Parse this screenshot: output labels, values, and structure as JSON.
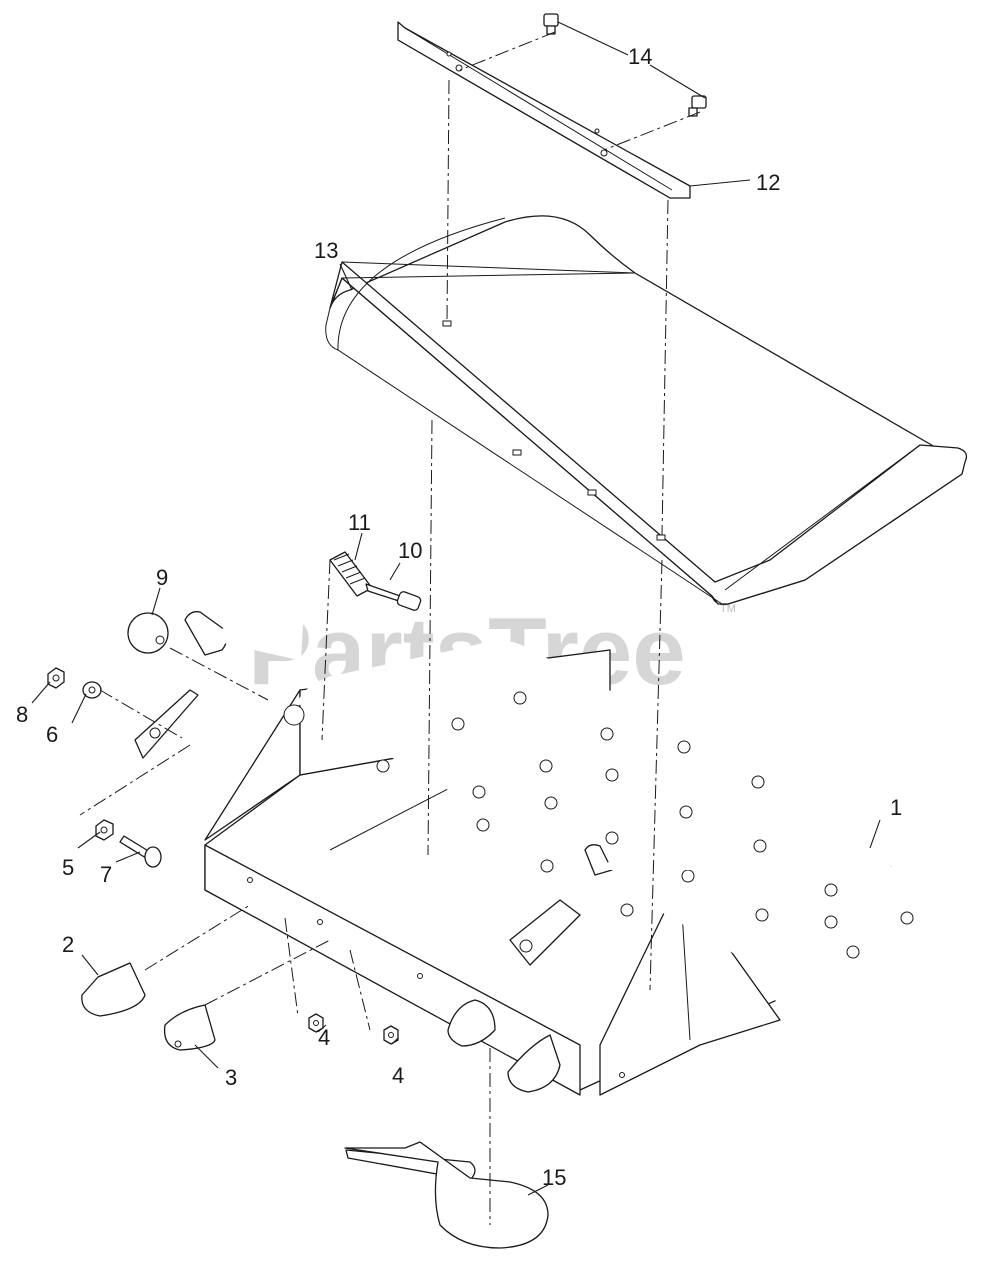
{
  "watermark": {
    "text": "PartsTree",
    "trademark": "TM"
  },
  "callouts": [
    {
      "id": "label-1",
      "text": "1"
    },
    {
      "id": "label-2",
      "text": "2"
    },
    {
      "id": "label-3",
      "text": "3"
    },
    {
      "id": "label-4a",
      "text": "4"
    },
    {
      "id": "label-4b",
      "text": "4"
    },
    {
      "id": "label-5",
      "text": "5"
    },
    {
      "id": "label-6",
      "text": "6"
    },
    {
      "id": "label-7",
      "text": "7"
    },
    {
      "id": "label-8",
      "text": "8"
    },
    {
      "id": "label-9",
      "text": "9"
    },
    {
      "id": "label-10",
      "text": "10"
    },
    {
      "id": "label-11",
      "text": "11"
    },
    {
      "id": "label-12",
      "text": "12"
    },
    {
      "id": "label-13",
      "text": "13"
    },
    {
      "id": "label-14",
      "text": "14"
    },
    {
      "id": "label-15",
      "text": "15"
    }
  ]
}
